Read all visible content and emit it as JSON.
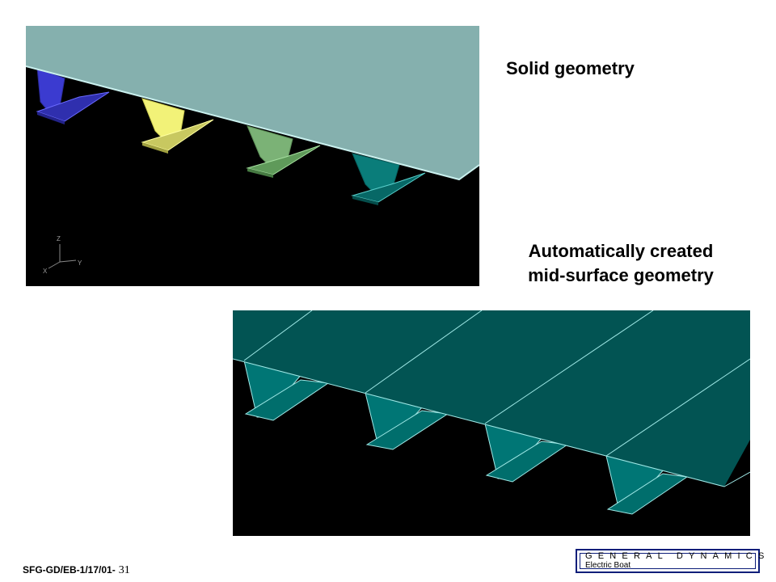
{
  "slide": {
    "solid_caption": "Solid geometry",
    "mid_caption_line1": "Automatically created",
    "mid_caption_line2": "mid-surface geometry",
    "footer_code": "SFG-GD/EB-1/17/01-",
    "page_number": "31"
  },
  "axis_triad": {
    "z": "Z",
    "y": "Y",
    "x": "X"
  },
  "logo": {
    "name": "GENERAL DYNAMICS",
    "division": "Electric Boat"
  },
  "colors": {
    "background": "#ffffff",
    "viewport": "#000000",
    "plate_solid": "#85b0ae",
    "stiffener_blue": "#3b3bd0",
    "stiffener_yellow": "#f2f278",
    "stiffener_green": "#7bb276",
    "stiffener_teal": "#0a7d7a",
    "plate_mid": "#025453",
    "stiffener_mid": "#007675",
    "edge_lines": "#9fe8e6",
    "logo_border": "#0d1e7a"
  }
}
